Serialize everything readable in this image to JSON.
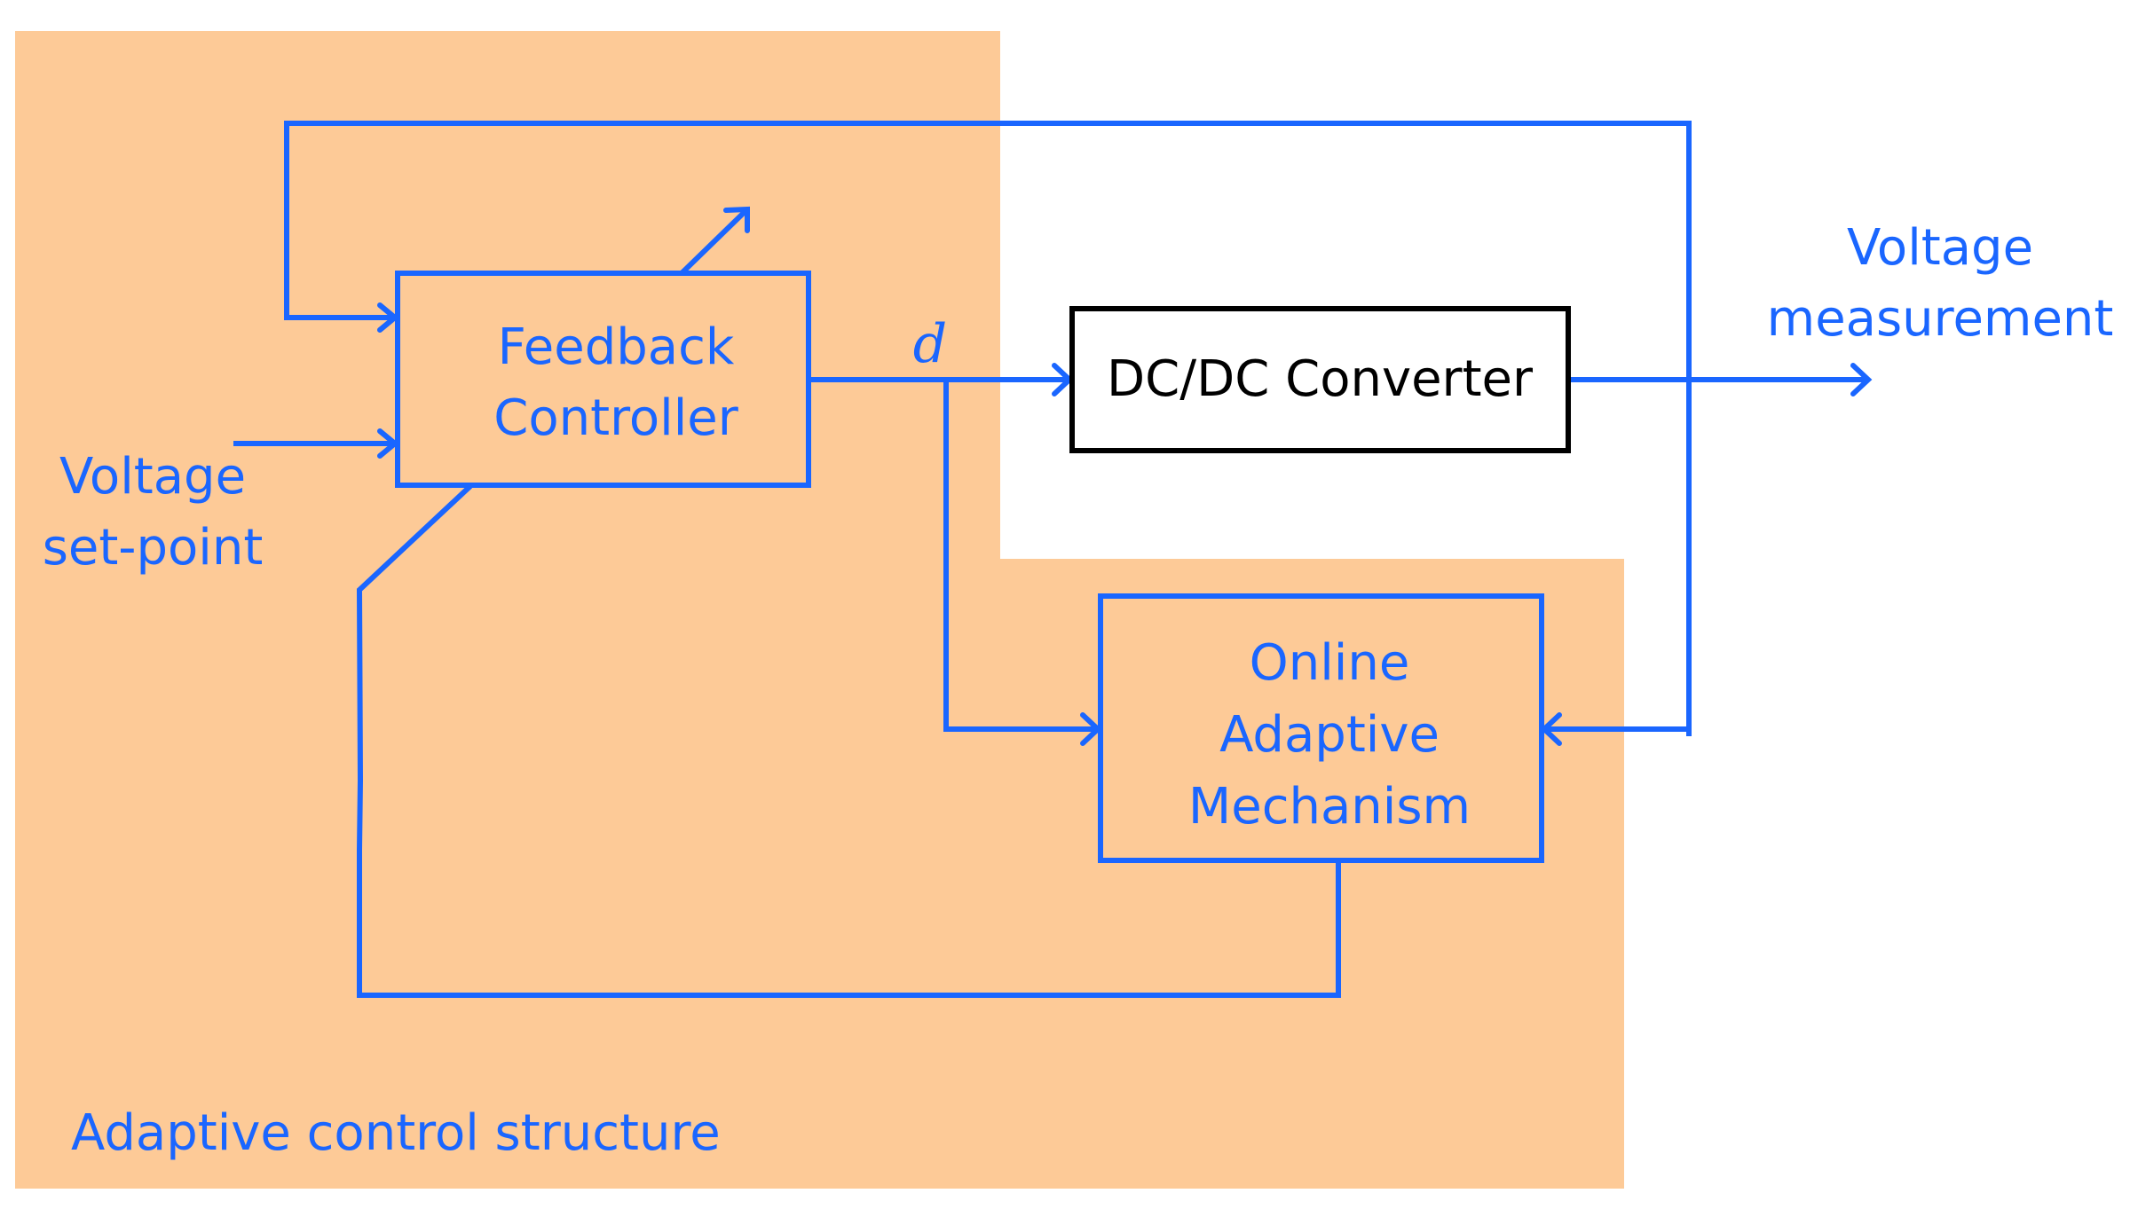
{
  "colors": {
    "region_fill": "#FDCA97",
    "flow": "#1A66FF",
    "converter_border": "#000000",
    "converter_fill": "#FFFFFF",
    "converter_text": "#000000",
    "background": "#FFFFFF"
  },
  "region": {
    "label": "Adaptive control structure"
  },
  "blocks": {
    "feedback_controller": {
      "line1": "Feedback",
      "line2": "Controller"
    },
    "dc_converter": {
      "label": "DC/DC Converter"
    },
    "adaptive_mechanism": {
      "line1": "Online",
      "line2": "Adaptive",
      "line3": "Mechanism"
    }
  },
  "signals": {
    "duty": "d",
    "setpoint": {
      "line1": "Voltage",
      "line2": "set-point"
    },
    "measurement": {
      "line1": "Voltage",
      "line2": "measurement"
    }
  }
}
